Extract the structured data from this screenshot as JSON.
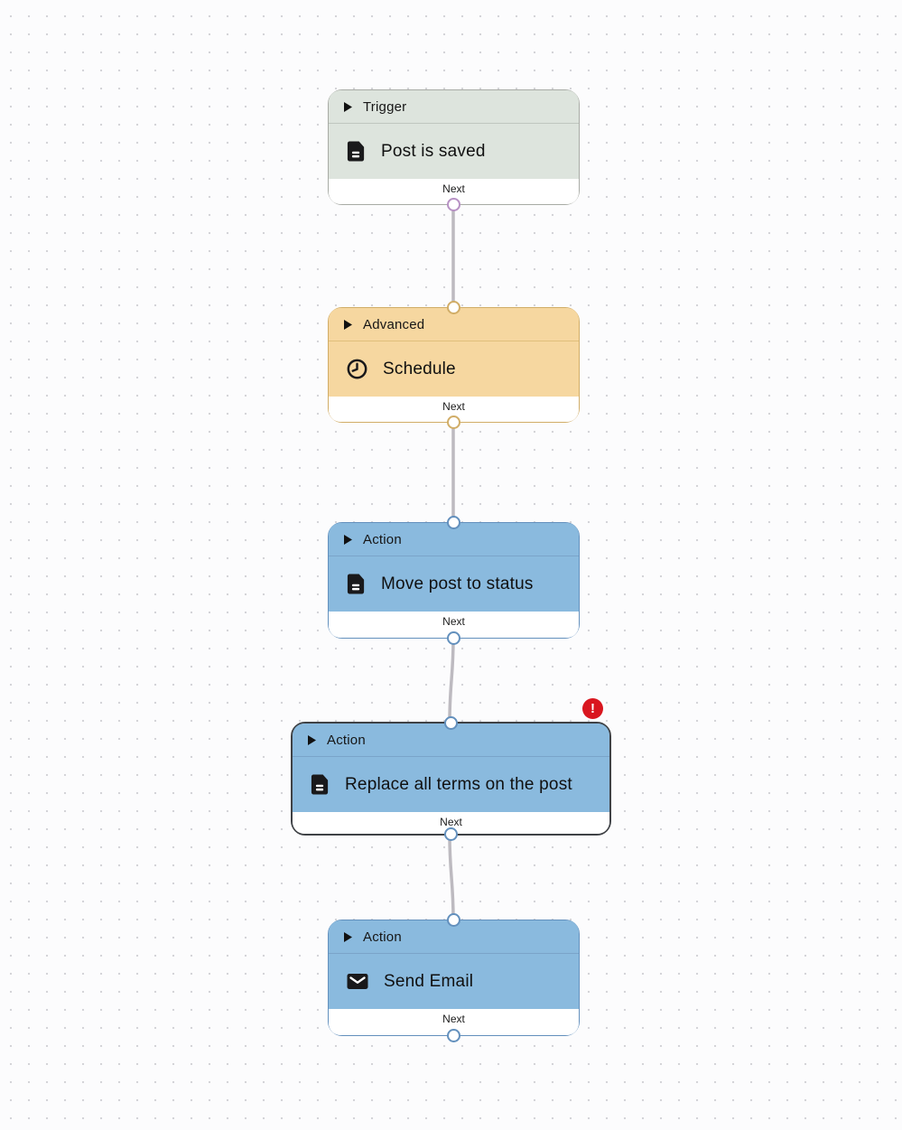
{
  "canvas": {
    "background_dot_color": "#d4d4d8",
    "connector_color": "#bdbac0"
  },
  "nodes": [
    {
      "id": "trigger-post-is-saved",
      "category": "Trigger",
      "title": "Post is saved",
      "icon": "document-icon",
      "fill_color": "#dde4dd",
      "border_color": "#a8aba5",
      "outlet_label": "Next",
      "outlet_port_color": "#b791c4",
      "has_input_port": false,
      "has_output_port": true
    },
    {
      "id": "advanced-schedule",
      "category": "Advanced",
      "title": "Schedule",
      "icon": "clock-icon",
      "fill_color": "#f6d7a0",
      "border_color": "#d1ad67",
      "outlet_label": "Next",
      "outlet_port_color": "#d1ad67",
      "has_input_port": true,
      "has_output_port": true
    },
    {
      "id": "action-move-post-to-status",
      "category": "Action",
      "title": "Move post to status",
      "icon": "document-icon",
      "fill_color": "#8abade",
      "border_color": "#6390bd",
      "outlet_label": "Next",
      "outlet_port_color": "#6390bd",
      "has_input_port": true,
      "has_output_port": true
    },
    {
      "id": "action-replace-all-terms",
      "category": "Action",
      "title": "Replace all terms on the post",
      "icon": "document-icon",
      "fill_color": "#8abade",
      "border_color": "#3f4246",
      "outlet_label": "Next",
      "outlet_port_color": "#6390bd",
      "has_input_port": true,
      "has_output_port": true,
      "selected": true,
      "error_badge": "!",
      "error_badge_color": "#d9161f"
    },
    {
      "id": "action-send-email",
      "category": "Action",
      "title": "Send Email",
      "icon": "mail-icon",
      "fill_color": "#8abade",
      "border_color": "#6390bd",
      "outlet_label": "Next",
      "outlet_port_color": "#6390bd",
      "has_input_port": true,
      "has_output_port": true
    }
  ],
  "connections": [
    {
      "from": "trigger-post-is-saved",
      "to": "advanced-schedule"
    },
    {
      "from": "advanced-schedule",
      "to": "action-move-post-to-status"
    },
    {
      "from": "action-move-post-to-status",
      "to": "action-replace-all-terms"
    },
    {
      "from": "action-replace-all-terms",
      "to": "action-send-email"
    }
  ]
}
